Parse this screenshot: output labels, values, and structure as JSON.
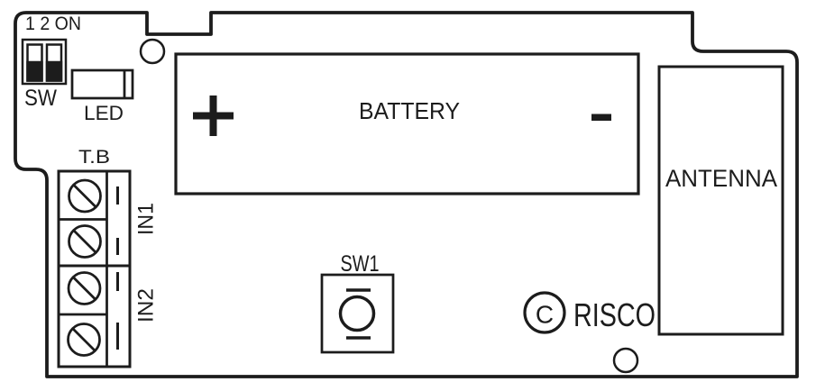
{
  "figure": {
    "type": "PCB component layout diagram",
    "background_color": "#ffffff",
    "line_color": "#1c1c1c"
  },
  "dip_switch": {
    "scale_label": "1 2 ON",
    "label": "SW",
    "switches": [
      {
        "id": "1",
        "position": "down"
      },
      {
        "id": "2",
        "position": "down"
      }
    ]
  },
  "led": {
    "label": "LED"
  },
  "terminal_block": {
    "label": "T.B",
    "screw_count": 4,
    "inputs": [
      "IN1",
      "IN2"
    ]
  },
  "battery": {
    "label": "BATTERY",
    "positive_symbol": "+",
    "negative_symbol": "-"
  },
  "tamper_switch": {
    "label": "SW1"
  },
  "logo": {
    "copyright_letter": "C",
    "brand": "RISCO"
  },
  "antenna": {
    "label": "ANTENNA"
  },
  "mounting_holes": {
    "count": 2
  }
}
